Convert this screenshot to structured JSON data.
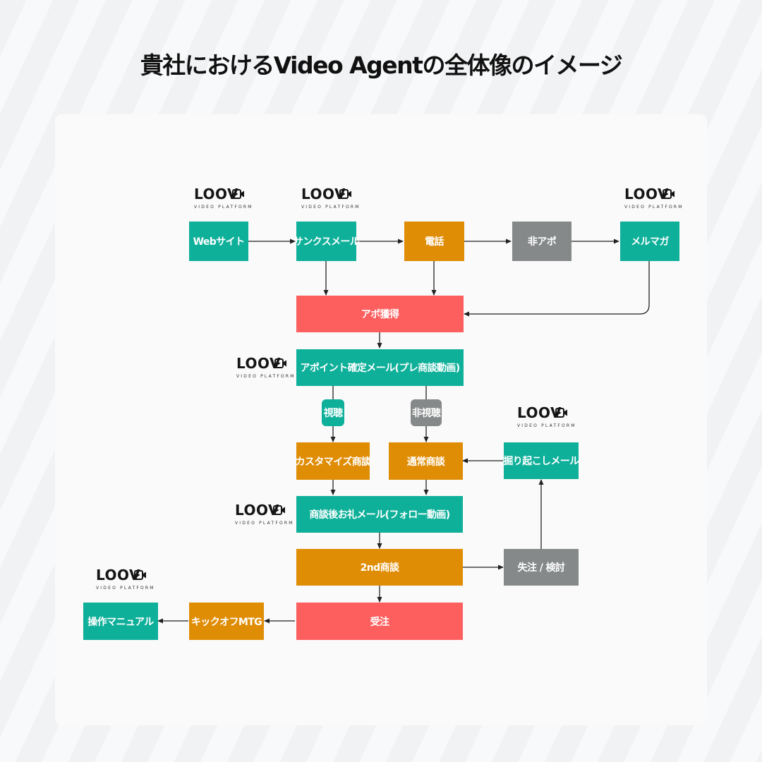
{
  "title": "貴社におけるVideo Agentの全体像のイメージ",
  "logo": {
    "word": "LOOV",
    "tagline": "VIDEO PLATFORM",
    "icon": "video-camera-icon"
  },
  "colors": {
    "teal": "#0fb09a",
    "orange": "#e08d06",
    "gray": "#86898a",
    "red": "#fd5f5f"
  },
  "nodes": {
    "web": "Webサイト",
    "thanks": "サンクスメール",
    "phone": "電話",
    "non_appo": "非アポ",
    "mailmag": "メルマガ",
    "appo": "アポ獲得",
    "confirm": "アポイント確定メール(プレ商談動画)",
    "watched": "視聴",
    "not_watched": "非視聴",
    "custom": "カスタマイズ商談",
    "normal": "通常商談",
    "dig_mail": "掘り起こしメール",
    "followup": "商談後お礼メール(フォロー動画)",
    "second": "2nd商談",
    "lost": "失注 / 検討",
    "order": "受注",
    "kickoff": "キックオフMTG",
    "manual": "操作マニュアル"
  }
}
